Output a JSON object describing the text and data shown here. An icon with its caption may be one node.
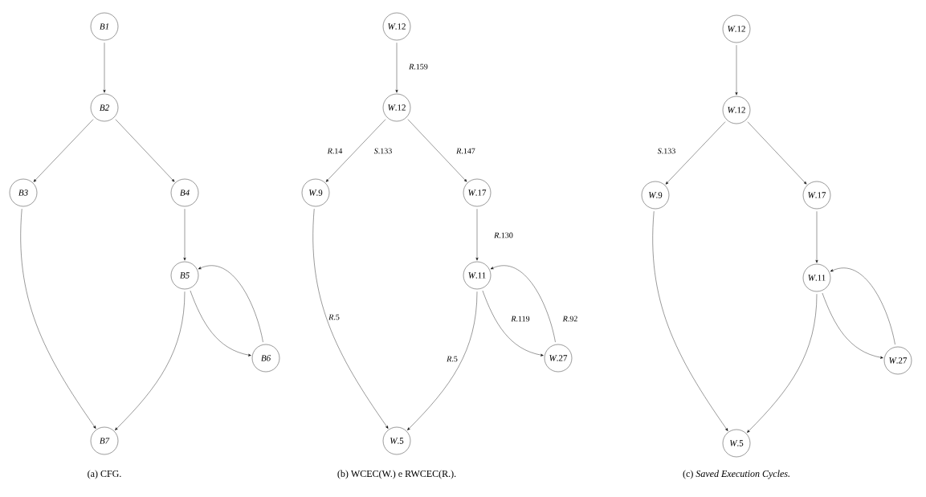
{
  "diagram": {
    "nodes": [
      {
        "text": [
          "B1"
        ]
      },
      {
        "text": [
          "B2"
        ]
      },
      {
        "text": [
          "B3"
        ]
      },
      {
        "text": [
          "B4"
        ]
      },
      {
        "text": [
          "B5"
        ]
      },
      {
        "text": [
          "B6"
        ]
      },
      {
        "text": [
          "B7"
        ]
      },
      {
        "text": [
          "*W*.12"
        ]
      },
      {
        "text": [
          "*W*.12"
        ]
      },
      {
        "text": [
          "*W*.9"
        ]
      },
      {
        "text": [
          "*W*.17"
        ]
      },
      {
        "text": [
          "*W*.11"
        ]
      },
      {
        "text": [
          "*W*.27"
        ]
      },
      {
        "text": [
          "*W*.5"
        ]
      },
      {
        "text": [
          "*W*.12"
        ]
      },
      {
        "text": [
          "*W*.12"
        ]
      },
      {
        "text": [
          "*W*.9"
        ]
      },
      {
        "text": [
          "*W*.17"
        ]
      },
      {
        "text": [
          "*W*.11"
        ]
      },
      {
        "text": [
          "*W*.27"
        ]
      },
      {
        "text": [
          "*W*.5"
        ]
      }
    ],
    "edges": [
      {
        "from": 0,
        "to": 1,
        "arrow": "to"
      },
      {
        "from": 1,
        "to": 2,
        "arrow": "to"
      },
      {
        "from": 1,
        "to": 3,
        "arrow": "to"
      },
      {
        "from": 3,
        "to": 4,
        "arrow": "to"
      },
      {
        "from": 2,
        "to": 6,
        "arrow": "to"
      },
      {
        "from": 4,
        "to": 6,
        "arrow": "to"
      },
      {
        "from": 4,
        "to": 5,
        "arrow": "to"
      },
      {
        "from": 5,
        "to": 4,
        "arrow": "to"
      },
      {
        "from": 7,
        "to": 8,
        "arrow": "to",
        "label": "*R*.159"
      },
      {
        "from": 8,
        "to": 9,
        "arrow": "to",
        "label": "*R*.14"
      },
      {
        "from": 8,
        "to": 10,
        "arrow": "to",
        "label": "*R*.147"
      },
      {
        "from": 10,
        "to": 11,
        "arrow": "to",
        "label": "*R*.130"
      },
      {
        "from": 9,
        "to": 13,
        "arrow": "to",
        "label": "*R*.5"
      },
      {
        "from": 11,
        "to": 13,
        "arrow": "to",
        "label": "*R*.5"
      },
      {
        "from": 11,
        "to": 12,
        "arrow": "to",
        "label": "*R*.119"
      },
      {
        "from": 12,
        "to": 11,
        "arrow": "to",
        "label": "*R*.92"
      },
      {
        "from": 14,
        "to": 15,
        "arrow": "to"
      },
      {
        "from": 15,
        "to": 16,
        "arrow": "to",
        "label": "*S*.133"
      },
      {
        "from": 15,
        "to": 17,
        "arrow": "to"
      },
      {
        "from": 17,
        "to": 18,
        "arrow": "to"
      },
      {
        "from": 16,
        "to": 20,
        "arrow": "to"
      },
      {
        "from": 18,
        "to": 20,
        "arrow": "to"
      },
      {
        "from": 18,
        "to": 19,
        "arrow": "to"
      },
      {
        "from": 19,
        "to": 18,
        "arrow": "to"
      }
    ],
    "labels": [
      "*S*.133",
      "(a) CFG.",
      "(b) WCEC(W.) e RWCEC(R.).",
      "(c) *Saved Execution Cycles.*"
    ]
  }
}
